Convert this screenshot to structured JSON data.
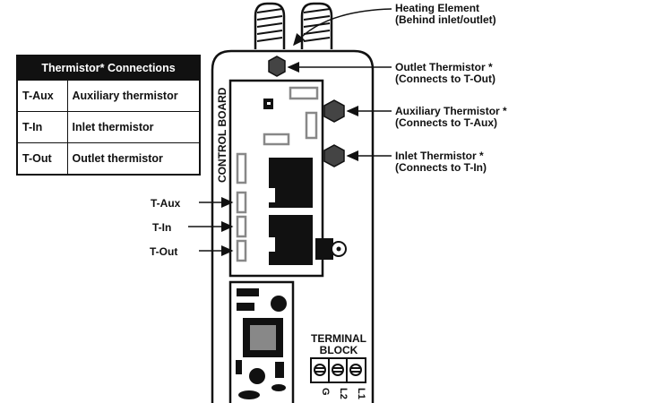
{
  "legend": {
    "header": "Thermistor* Connections",
    "rows": [
      {
        "code": "T-Aux",
        "description": "Auxiliary thermistor"
      },
      {
        "code": "T-In",
        "description": "Inlet thermistor"
      },
      {
        "code": "T-Out",
        "description": "Outlet thermistor"
      }
    ]
  },
  "callouts": {
    "heating_element": {
      "line1": "Heating Element",
      "line2": "(Behind inlet/outlet)"
    },
    "outlet_thermistor": {
      "line1": "Outlet Thermistor *",
      "line2": "(Connects to T-Out)"
    },
    "auxiliary_thermistor": {
      "line1": "Auxiliary Thermistor *",
      "line2": "(Connects to T-Aux)"
    },
    "inlet_thermistor": {
      "line1": "Inlet Thermistor *",
      "line2": "(Connects to T-In)"
    }
  },
  "board": {
    "label": "CONTROL BOARD",
    "connectors": {
      "t_aux": "T-Aux",
      "t_in": "T-In",
      "t_out": "T-Out"
    }
  },
  "terminal_block": {
    "line1": "TERMINAL",
    "line2": "BLOCK",
    "terminals": [
      "G",
      "L2",
      "L1"
    ]
  }
}
